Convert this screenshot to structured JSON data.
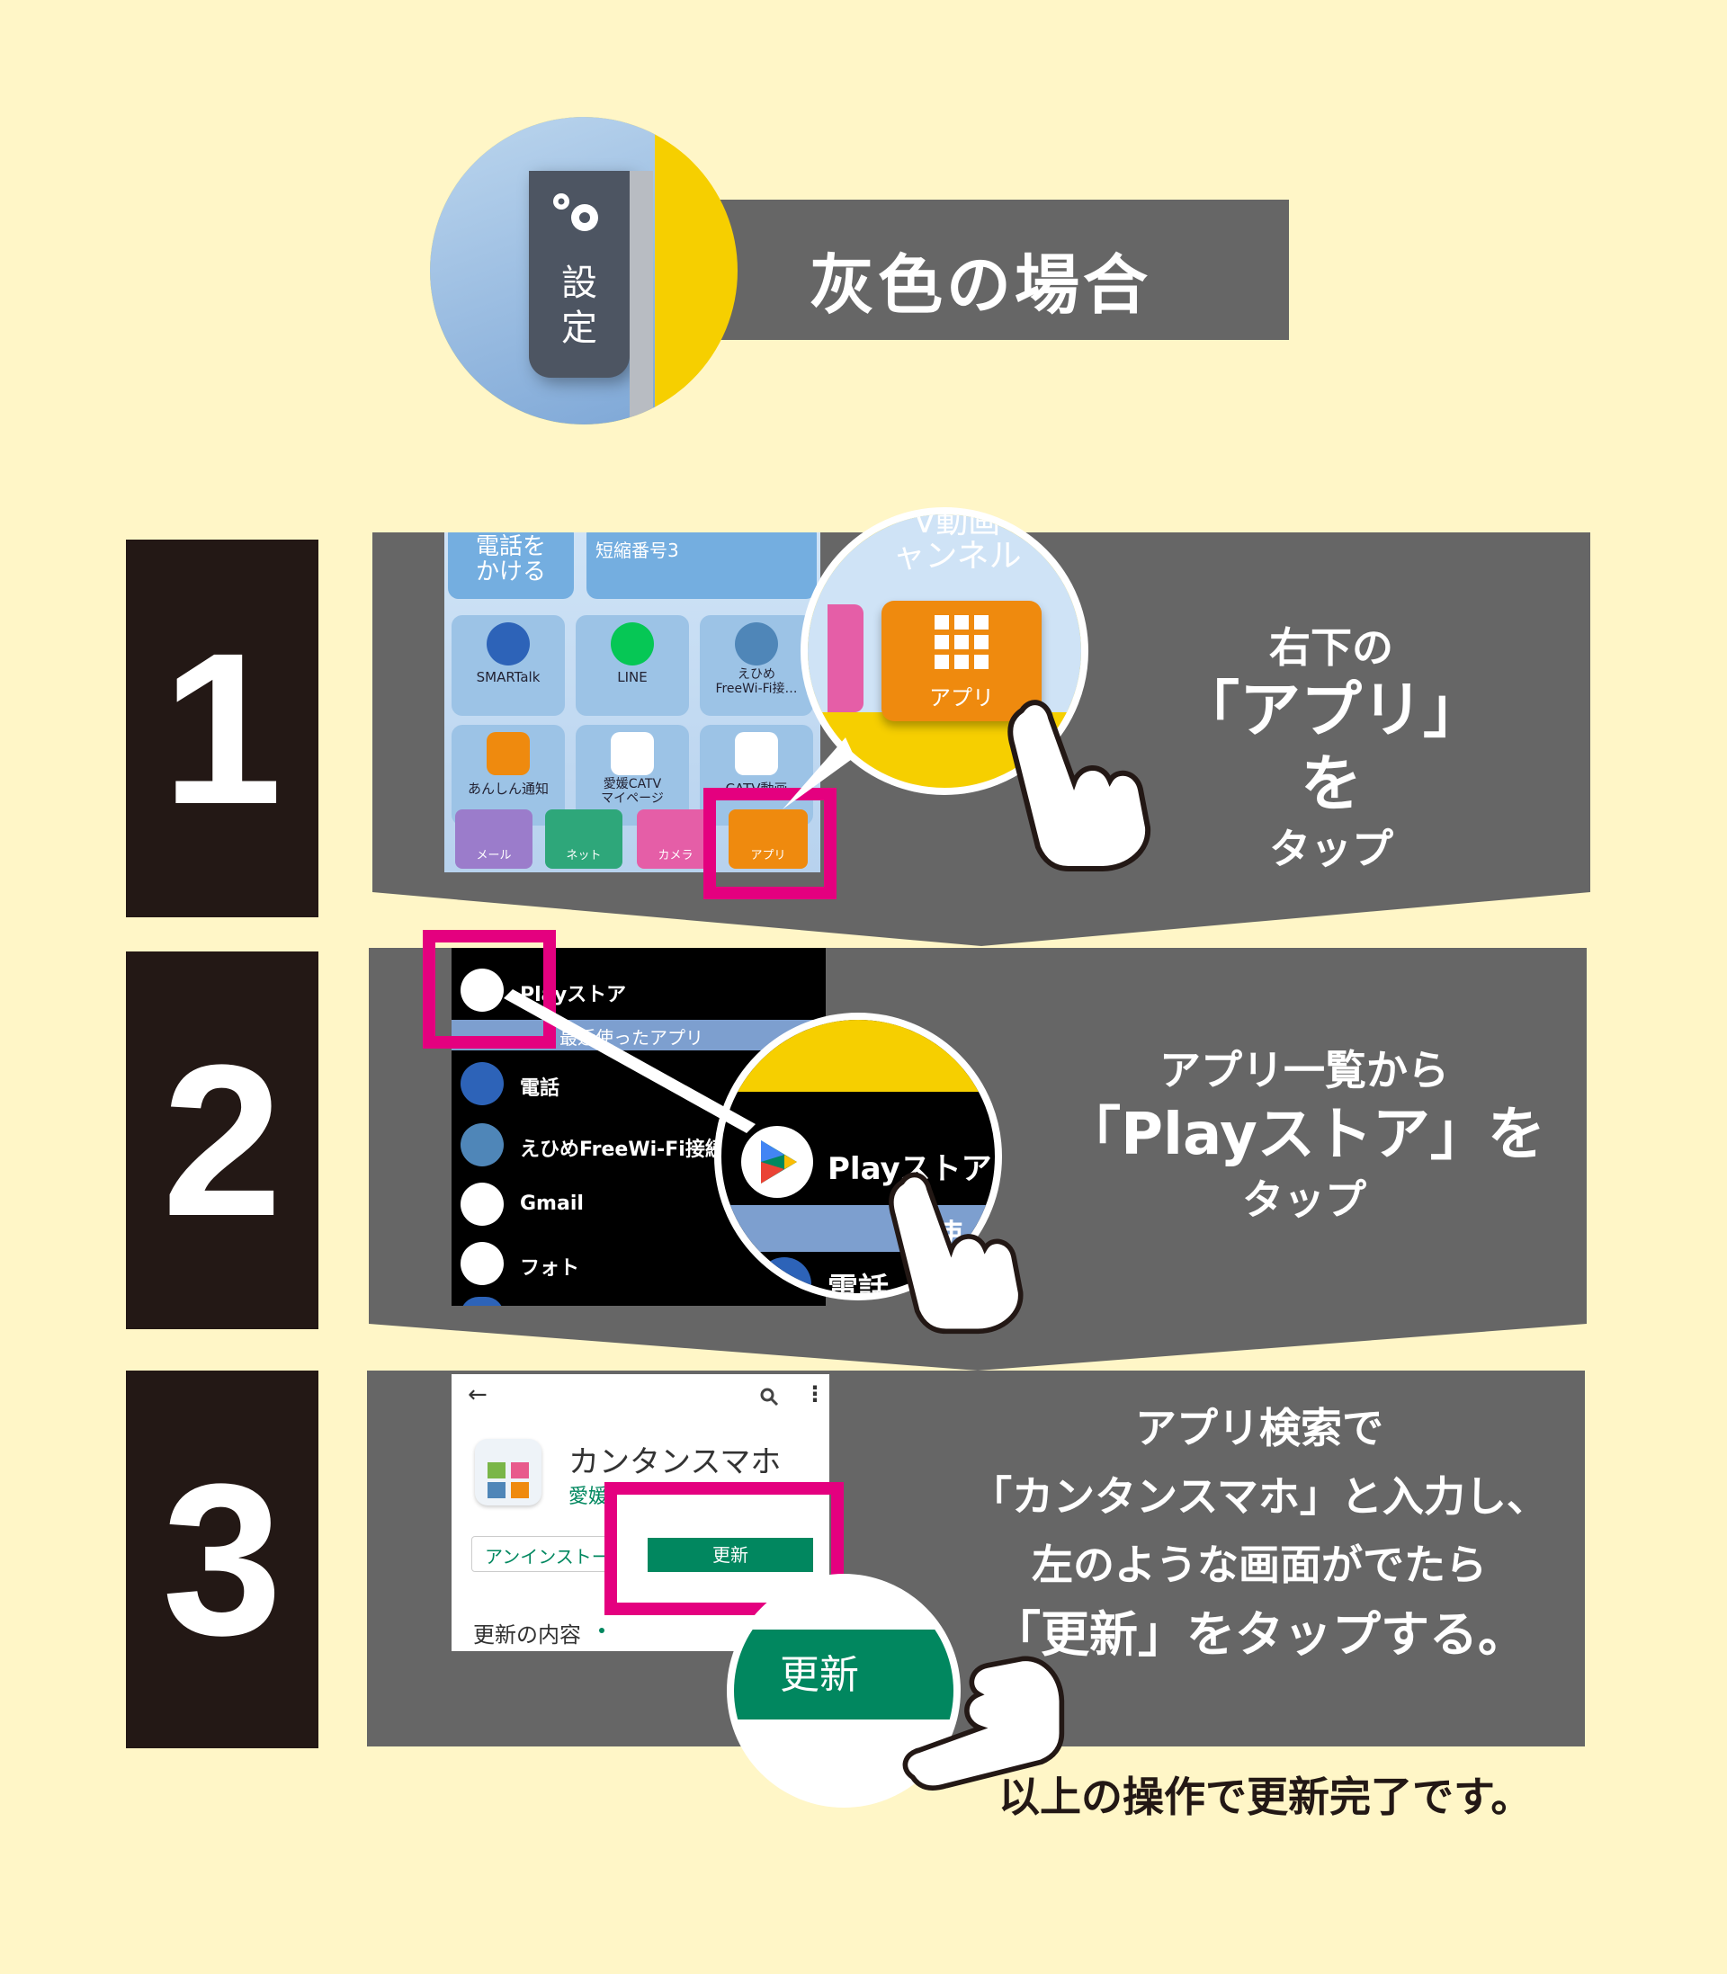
{
  "header": {
    "title": "灰色の場合",
    "settings_label": "設定"
  },
  "steps": [
    {
      "number": "1",
      "instruction_lines": [
        "右下の",
        "「アプリ」を",
        "タップ"
      ],
      "screen": {
        "tiles": [
          {
            "label": "電話を\nかける"
          },
          {
            "label": "短縮番号3"
          },
          {
            "label": "SMARTalk"
          },
          {
            "label": "LINE"
          },
          {
            "label": "えひめ\nFreeWi-Fi接…"
          },
          {
            "label": "あんしん通知"
          },
          {
            "label": "愛媛CATV\nマイページ"
          },
          {
            "label": "CATV動画"
          }
        ],
        "dock": [
          {
            "label": "メール"
          },
          {
            "label": "ネット"
          },
          {
            "label": "カメラ"
          },
          {
            "label": "アプリ"
          }
        ],
        "zoom_top_text": "V動画\nャンネル",
        "zoom_button": "アプリ"
      }
    },
    {
      "number": "2",
      "instruction_lines": [
        "アプリ一覧から",
        "「Playストア」を",
        "タップ"
      ],
      "screen": {
        "section": "最近使ったアプリ",
        "apps": [
          {
            "label": "Playストア"
          },
          {
            "label": "電話"
          },
          {
            "label": "えひめFreeWi-Fi接続ア"
          },
          {
            "label": "Gmail"
          },
          {
            "label": "フォト"
          }
        ],
        "zoom_label": "Playストア",
        "zoom_section": "近使",
        "zoom_bottom": "電話"
      }
    },
    {
      "number": "3",
      "instruction_lines": [
        "アプリ検索で",
        "「カンタンスマホ」と入力し、",
        "左のような画面がでたら",
        "「更新」をタップする。"
      ],
      "screen": {
        "app_name": "カンタンスマホ",
        "developer": "愛媛",
        "uninstall": "アンインストー",
        "update": "更新",
        "whats_new": "更新の内容",
        "zoom_update": "更新"
      }
    }
  ],
  "footer": "以上の操作で更新完了です。",
  "colors": {
    "background": "#fff6c7",
    "panel": "#666666",
    "number_block": "#231815",
    "highlight": "#e4007f",
    "accent_yellow": "#f6cf00",
    "app_orange": "#ef8a0e",
    "update_green": "#01875f"
  }
}
